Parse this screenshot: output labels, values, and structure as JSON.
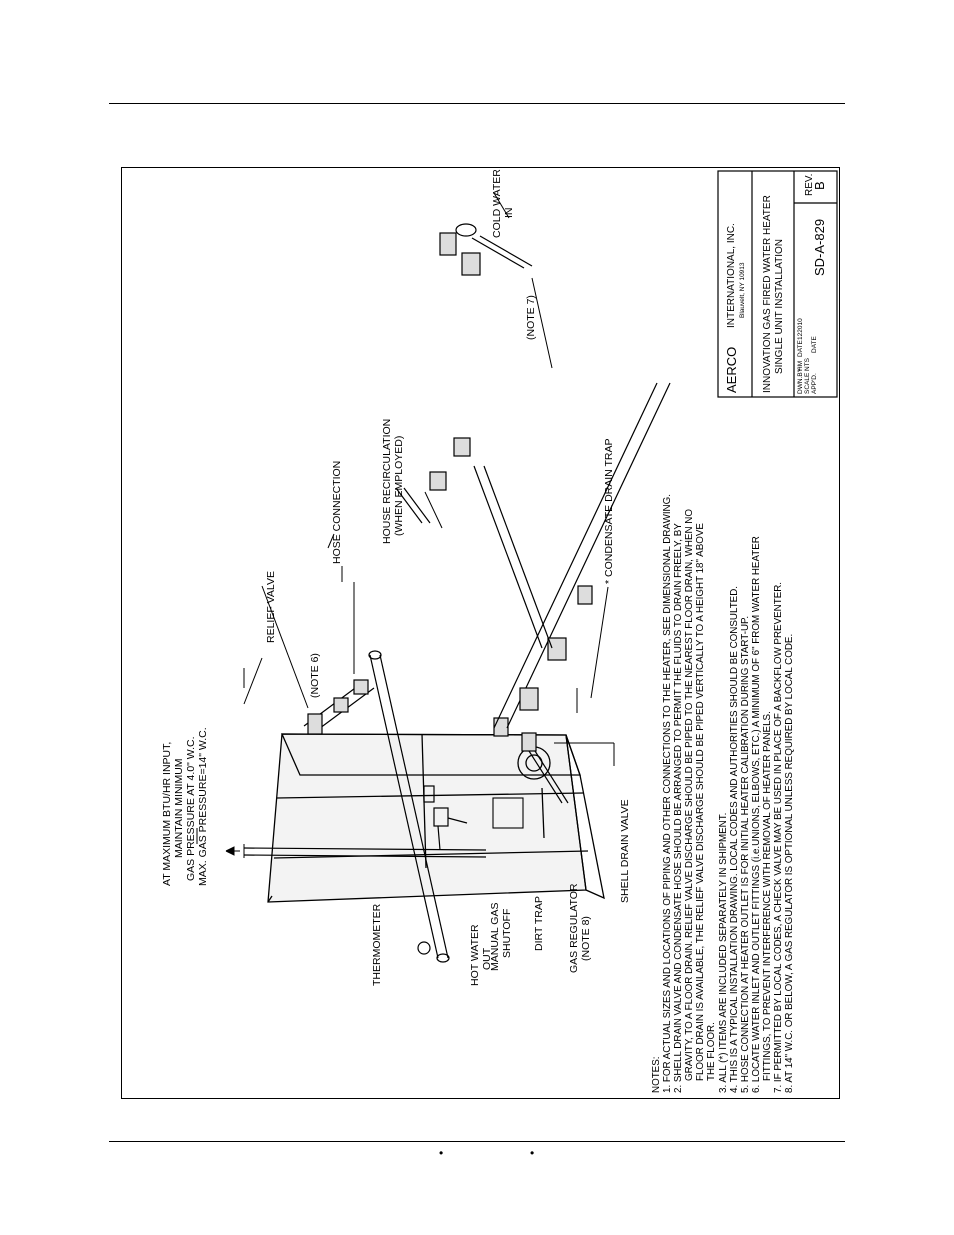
{
  "footer": {
    "bullets": [
      "•",
      "•"
    ]
  },
  "labels": {
    "gas_input": [
      "AT MAXIMUM BTU/HR INPUT,",
      "MAINTAIN MINIMUM",
      "GAS PRESSURE AT 4.0\" W.C.",
      "MAX. GAS PRESSURE=14\" W.C."
    ],
    "relief_valve": "RELIEF VALVE",
    "hose_connection": "HOSE CONNECTION",
    "house_recirculation": [
      "HOUSE RECIRCULATION",
      "(WHEN EMPLOYED)"
    ],
    "cold_water_in": [
      "COLD WATER",
      "IN"
    ],
    "note7": "(NOTE 7)",
    "note6": "(NOTE 6)",
    "condensate_drain_trap": "* CONDENSATE DRAIN TRAP",
    "shell_drain_valve": "SHELL DRAIN VALVE",
    "gas_regulator": [
      "GAS REGULATOR",
      "(NOTE 8)"
    ],
    "dirt_trap": "DIRT TRAP",
    "manual_gas_shutoff": [
      "MANUAL GAS",
      "SHUTOFF"
    ],
    "hot_water_out": [
      "HOT WATER",
      "OUT"
    ],
    "thermometer": "THERMOMETER"
  },
  "notes": [
    "NOTES:",
    "1. FOR ACTUAL SIZES AND LOCATIONS OF PIPING AND OTHER CONNECTIONS TO THE HEATER, SEE DIMENSIONAL DRAWING.",
    "2. SHELL DRAIN VALVE AND CONDENSATE HOSE SHOULD BE ARRANGED TO PERMIT THE FLUIDS TO DRAIN FREELY, BY",
    "GRAVITY, TO A FLOOR DRAIN. RELIEF VALVE DISCHARGE SHOULD BE PIPED TO THE NEAREST FLOOR DRAIN, WHEN NO",
    "FLOOR DRAIN IS AVAILABLE, THE RELIEF VALVE DISCHARGE SHOULD BE PIPED VERTICALLY TO A HEIGHT 18\" ABOVE",
    "THE FLOOR.",
    "3. ALL (*) ITEMS ARE INCLUDED SEPARATELY IN SHIPMENT.",
    "4. THIS IS A TYPICAL INSTALLATION DRAWING. LOCAL CODES AND AUTHORITIES SHOULD BE CONSULTED.",
    "5. HOSE CONNECTION AT HEATER OUTLET IS FOR INITIAL HEATER CALIBRATION DURING START-UP.",
    "6. LOCATE WATER INLET AND OUTLET FITTINGS (i.e.UNIONS, ELBOWS, ETC.) A MINIMUM OF 6\" FROM WATER HEATER",
    "FITTINGS, TO PREVENT INTERFERENCE WITH REMOVAL OF HEATER PANELS.",
    "7. IF PERMITTED BY LOCAL CODES, A CHECK VALVE MAY BE USED IN PLACE OF A BACKFLOW PREVENTER.",
    "8. AT 14\" W.C. OR BELOW, A GAS REGULATOR IS OPTIONAL UNLESS REQUIRED BY LOCAL CODE."
  ],
  "title_block": {
    "logo": "AERCO",
    "company": "INTERNATIONAL, INC.",
    "address": "Blauvelt, NY 10913",
    "title_line1": "INNOVATION GAS FIRED WATER HEATER",
    "title_line2": "SINGLE UNIT INSTALLATION",
    "dwn_by_label": "DWN.BY",
    "dwn_by": "HM",
    "date_label": "DATE",
    "date": "122010",
    "scale_label": "SCALE",
    "scale": "NTS",
    "appd_label": "APP'D.",
    "appd_date_label": "DATE",
    "drawing_no": "SD-A-829",
    "rev_label": "REV.",
    "rev": "B"
  }
}
